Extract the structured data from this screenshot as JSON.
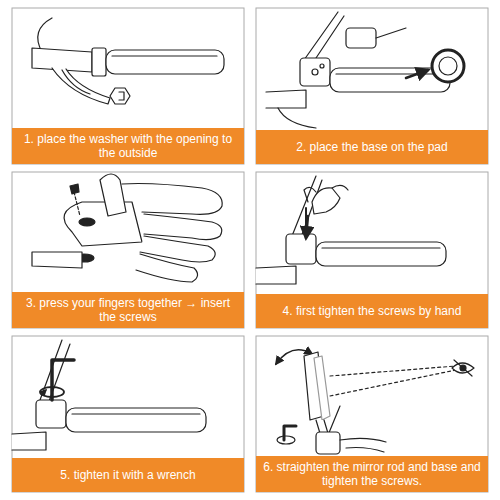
{
  "diagram": {
    "nodes": [
      {
        "text": [
          "1. place the washer with the opening to the outside"
        ]
      },
      {
        "text": [
          "2. place the base on the pad"
        ]
      },
      {
        "text": [
          "3. press your fingers together → insert the screws"
        ]
      },
      {
        "text": [
          "4. first tighten the screws by hand"
        ]
      },
      {
        "text": [
          "5. tighten it with a wrench"
        ]
      },
      {
        "text": [
          "6. straighten the mirror rod and base and tighten the screws."
        ]
      }
    ]
  }
}
